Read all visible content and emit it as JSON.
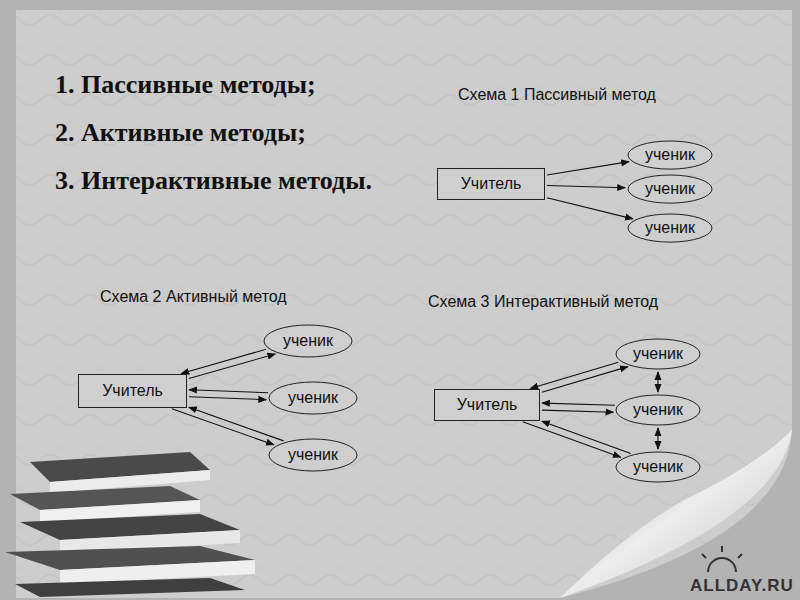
{
  "diagram": {
    "nodes": [
      {
        "text": [
          "Учитель"
        ]
      },
      {
        "text": [
          "ученик"
        ]
      },
      {
        "text": [
          "ученик"
        ]
      },
      {
        "text": [
          "ученик"
        ]
      },
      {
        "text": [
          "Учитель"
        ]
      },
      {
        "text": [
          "ученик"
        ]
      },
      {
        "text": [
          "ученик"
        ]
      },
      {
        "text": [
          "ученик"
        ]
      },
      {
        "text": [
          "Учитель"
        ]
      },
      {
        "text": [
          "ученик"
        ]
      },
      {
        "text": [
          "ученик"
        ]
      },
      {
        "text": [
          "ученик"
        ]
      }
    ],
    "edges": [
      {
        "from": 0,
        "to": 1,
        "arrow": "to"
      },
      {
        "from": 0,
        "to": 2,
        "arrow": "to"
      },
      {
        "from": 0,
        "to": 3,
        "arrow": "to"
      },
      {
        "from": 4,
        "to": 5,
        "arrow": "to"
      },
      {
        "from": 5,
        "to": 4,
        "arrow": "to"
      },
      {
        "from": 4,
        "to": 6,
        "arrow": "to"
      },
      {
        "from": 6,
        "to": 4,
        "arrow": "to"
      },
      {
        "from": 4,
        "to": 7,
        "arrow": "to"
      },
      {
        "from": 7,
        "to": 4,
        "arrow": "to"
      },
      {
        "from": 8,
        "to": 9,
        "arrow": "to"
      },
      {
        "from": 9,
        "to": 8,
        "arrow": "to"
      },
      {
        "from": 8,
        "to": 10,
        "arrow": "to"
      },
      {
        "from": 10,
        "to": 8,
        "arrow": "to"
      },
      {
        "from": 8,
        "to": 11,
        "arrow": "to"
      },
      {
        "from": 11,
        "to": 8,
        "arrow": "to"
      },
      {
        "from": 9,
        "to": 10,
        "arrow": "both"
      },
      {
        "from": 10,
        "to": 11,
        "arrow": "both"
      }
    ],
    "labels": [
      "1. Пассивные методы;",
      "2. Активные методы;",
      "3. Интерактивные методы.",
      "Схема 1 Пассивный метод",
      "Схема 2 Активный метод",
      "Схема 3 Интерактивный метод",
      "ALLDAY.RU"
    ]
  }
}
